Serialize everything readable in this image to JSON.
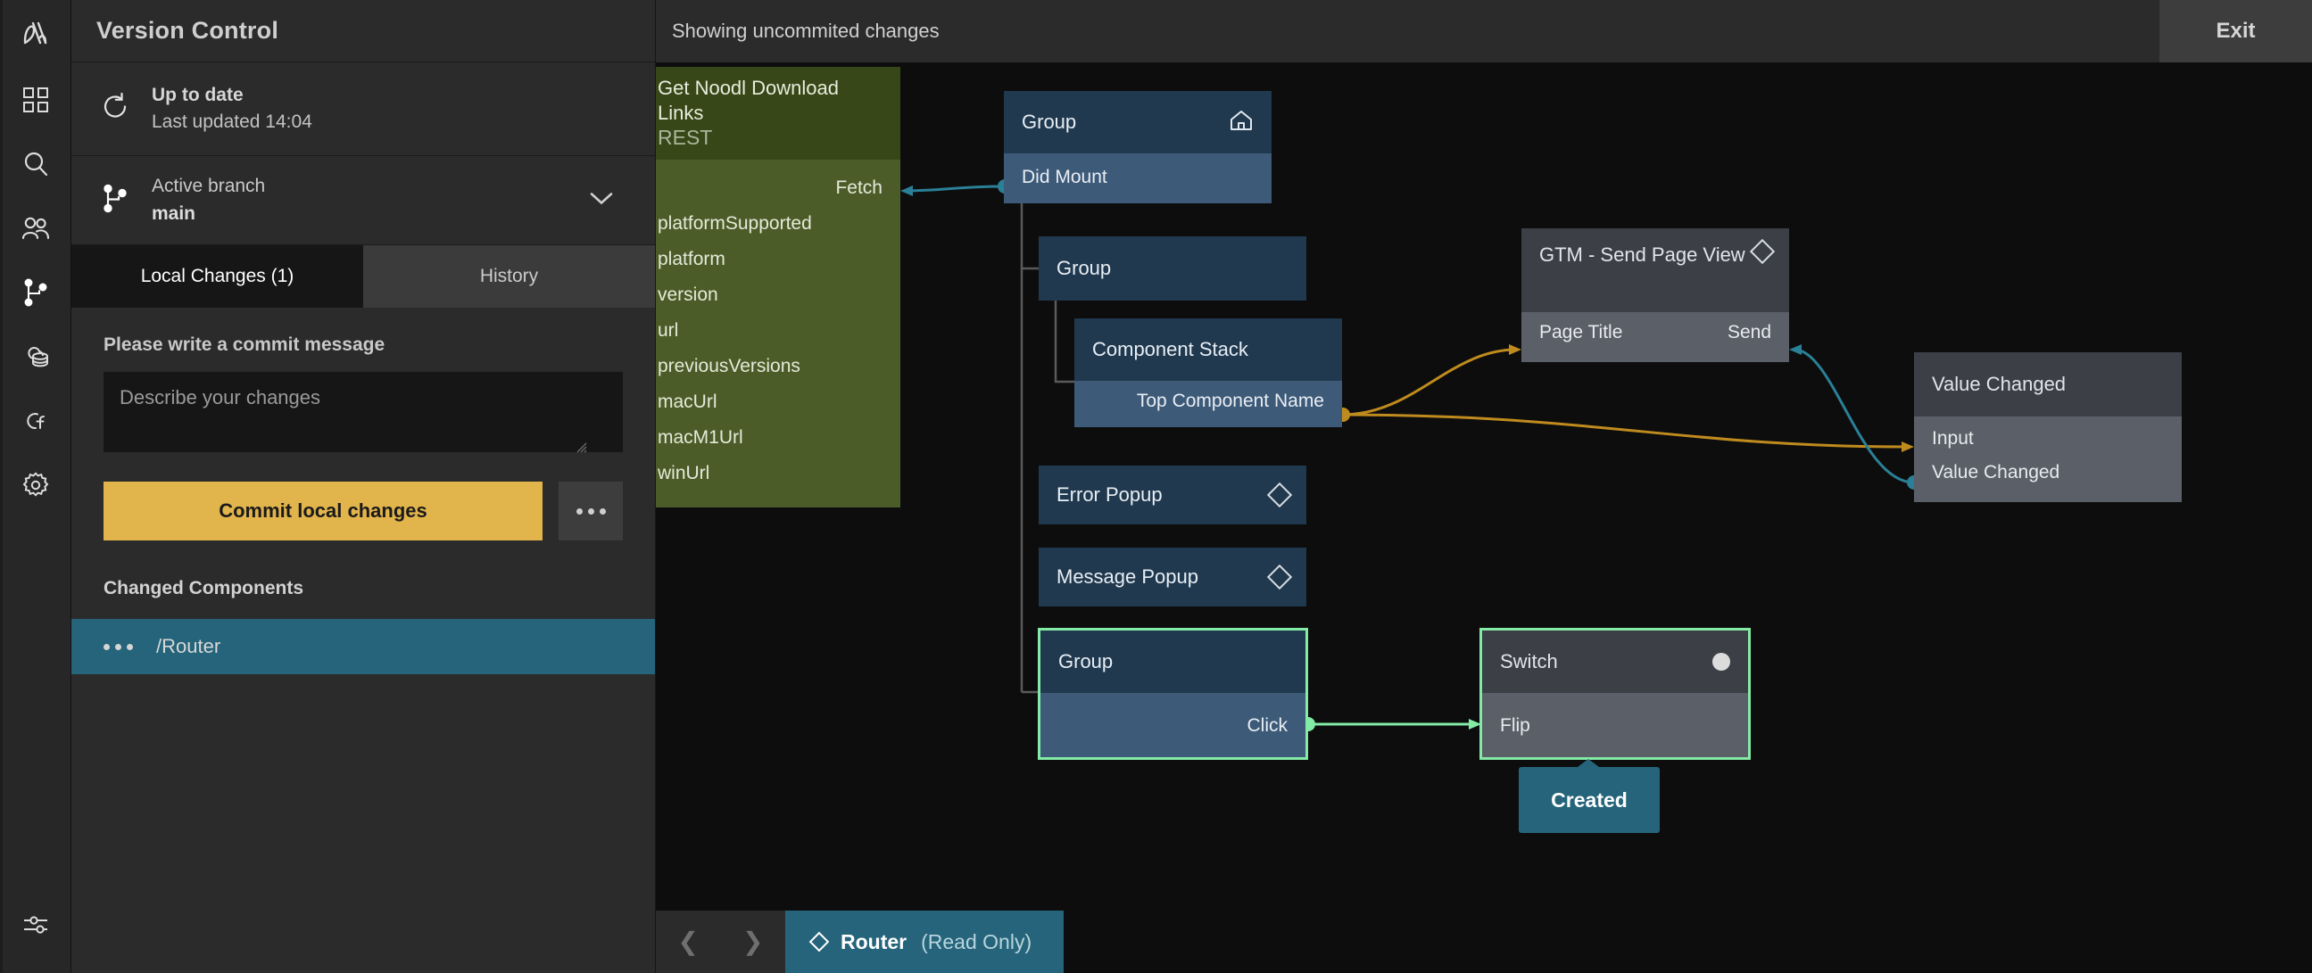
{
  "app": {
    "rail_icons": [
      "noodl-logo-icon",
      "components-grid-icon",
      "search-icon",
      "users-icon",
      "version-control-icon",
      "cloud-services-icon",
      "cloud-functions-icon",
      "settings-gear-icon",
      "sliders-icon"
    ]
  },
  "panel": {
    "title": "Version Control",
    "status": {
      "icon": "refresh-icon",
      "line1": "Up to date",
      "line2": "Last updated 14:04"
    },
    "branch": {
      "icon": "branch-icon",
      "label": "Active branch",
      "name": "main",
      "chevron": "chevron-down-icon"
    },
    "tabs": [
      {
        "label": "Local Changes (1)",
        "active": true
      },
      {
        "label": "History",
        "active": false
      }
    ],
    "commit": {
      "label": "Please write a commit message",
      "placeholder": "Describe your changes",
      "value": "",
      "button": "Commit local changes",
      "more": "more-options-icon"
    },
    "changed": {
      "title": "Changed Components",
      "items": [
        {
          "label": "/Router",
          "menu": "row-menu-icon"
        }
      ]
    }
  },
  "topbar": {
    "label": "Showing uncommited changes",
    "exit": "Exit"
  },
  "graph": {
    "nodes": [
      {
        "id": "rest",
        "title": "Get Noodl Download Links",
        "subtitle": "REST",
        "inputs": [
          "Fetch"
        ],
        "outputs": [
          "platformSupported",
          "platform",
          "version",
          "url",
          "previousVersions",
          "macUrl",
          "macM1Url",
          "winUrl"
        ],
        "color": "#4c5c28"
      },
      {
        "id": "group-main",
        "title": "Group",
        "badge": "home-icon",
        "ports": [
          "Did Mount"
        ],
        "color": "#3d5a78"
      },
      {
        "id": "group-2",
        "title": "Group",
        "ports": [],
        "color": "#20394f"
      },
      {
        "id": "component-stack",
        "title": "Component Stack",
        "ports": [
          "Top Component Name"
        ],
        "color": "#3d5a78"
      },
      {
        "id": "error-popup",
        "title": "Error Popup",
        "badge": "diamond-icon",
        "ports": [],
        "color": "#20394f"
      },
      {
        "id": "message-popup",
        "title": "Message Popup",
        "badge": "diamond-icon",
        "ports": [],
        "color": "#20394f"
      },
      {
        "id": "group-3",
        "title": "Group",
        "ports": [
          "Click"
        ],
        "color": "#3d5a78",
        "selected": true
      },
      {
        "id": "gtm",
        "title": "GTM - Send Page View",
        "badge": "diamond-icon",
        "ports": [
          "Page Title",
          "Send"
        ],
        "color": "#5b5f68"
      },
      {
        "id": "value-changed",
        "title": "Value Changed",
        "ports": [
          "Input",
          "Value Changed"
        ],
        "color": "#5b5f68"
      },
      {
        "id": "switch",
        "title": "Switch",
        "badge": "circle-icon",
        "ports": [
          "Flip"
        ],
        "color": "#5b5f68",
        "selected": true
      }
    ],
    "badge_created": "Created",
    "selection_color": "#84eba6",
    "wire_colors": {
      "signal": "#2a8097",
      "data": "#c08b1e",
      "selected": "#84eba6"
    }
  },
  "breadcrumb": {
    "prev": "chevron-left-icon",
    "next": "chevron-right-icon",
    "icon": "diamond-icon",
    "name": "Router",
    "state": "(Read Only)"
  }
}
